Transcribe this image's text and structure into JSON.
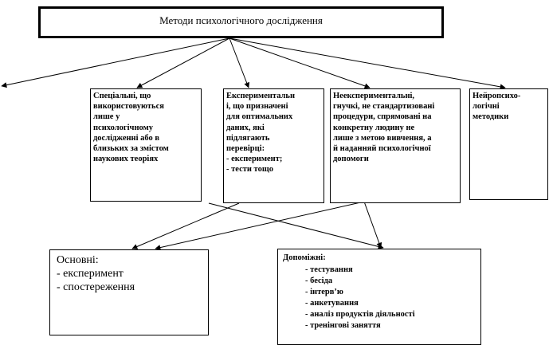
{
  "title": "Методи психологічного дослідження",
  "boxes": {
    "special": [
      "Спеціальні, що",
      "використовуються",
      "лише у",
      "психологічному",
      "дослідженні або в",
      "близьких за змістом",
      "наукових теоріях"
    ],
    "experimental": [
      "Експериментальн",
      "і, що призначені",
      "для оптимальних",
      "даних, які",
      "підлягають",
      "перевірці:",
      "- експеримент;",
      "- тести тощо"
    ],
    "nonexperimental": [
      "Неекспериментальні,",
      "гнучкі, не стандартизовані",
      " процедури, спрямовані на",
      "конкретну людину не",
      "лише з метою вивчення, а",
      "й наданняй психологічної",
      " допомоги"
    ],
    "neuro": [
      "Нейропсихо-",
      "логічні",
      "методики"
    ]
  },
  "main": {
    "heading": "Основні:",
    "items": [
      "- експеримент",
      "- спостереження"
    ]
  },
  "aux": {
    "heading": "Допоміжні:",
    "items": [
      "- тестування",
      "- бесіда",
      "- інтерв’ю",
      "- анкетування",
      "- аналіз продуктів діяльності",
      "- тренінгові заняття"
    ]
  },
  "colors": {
    "stroke": "#000000",
    "background": "#ffffff"
  }
}
